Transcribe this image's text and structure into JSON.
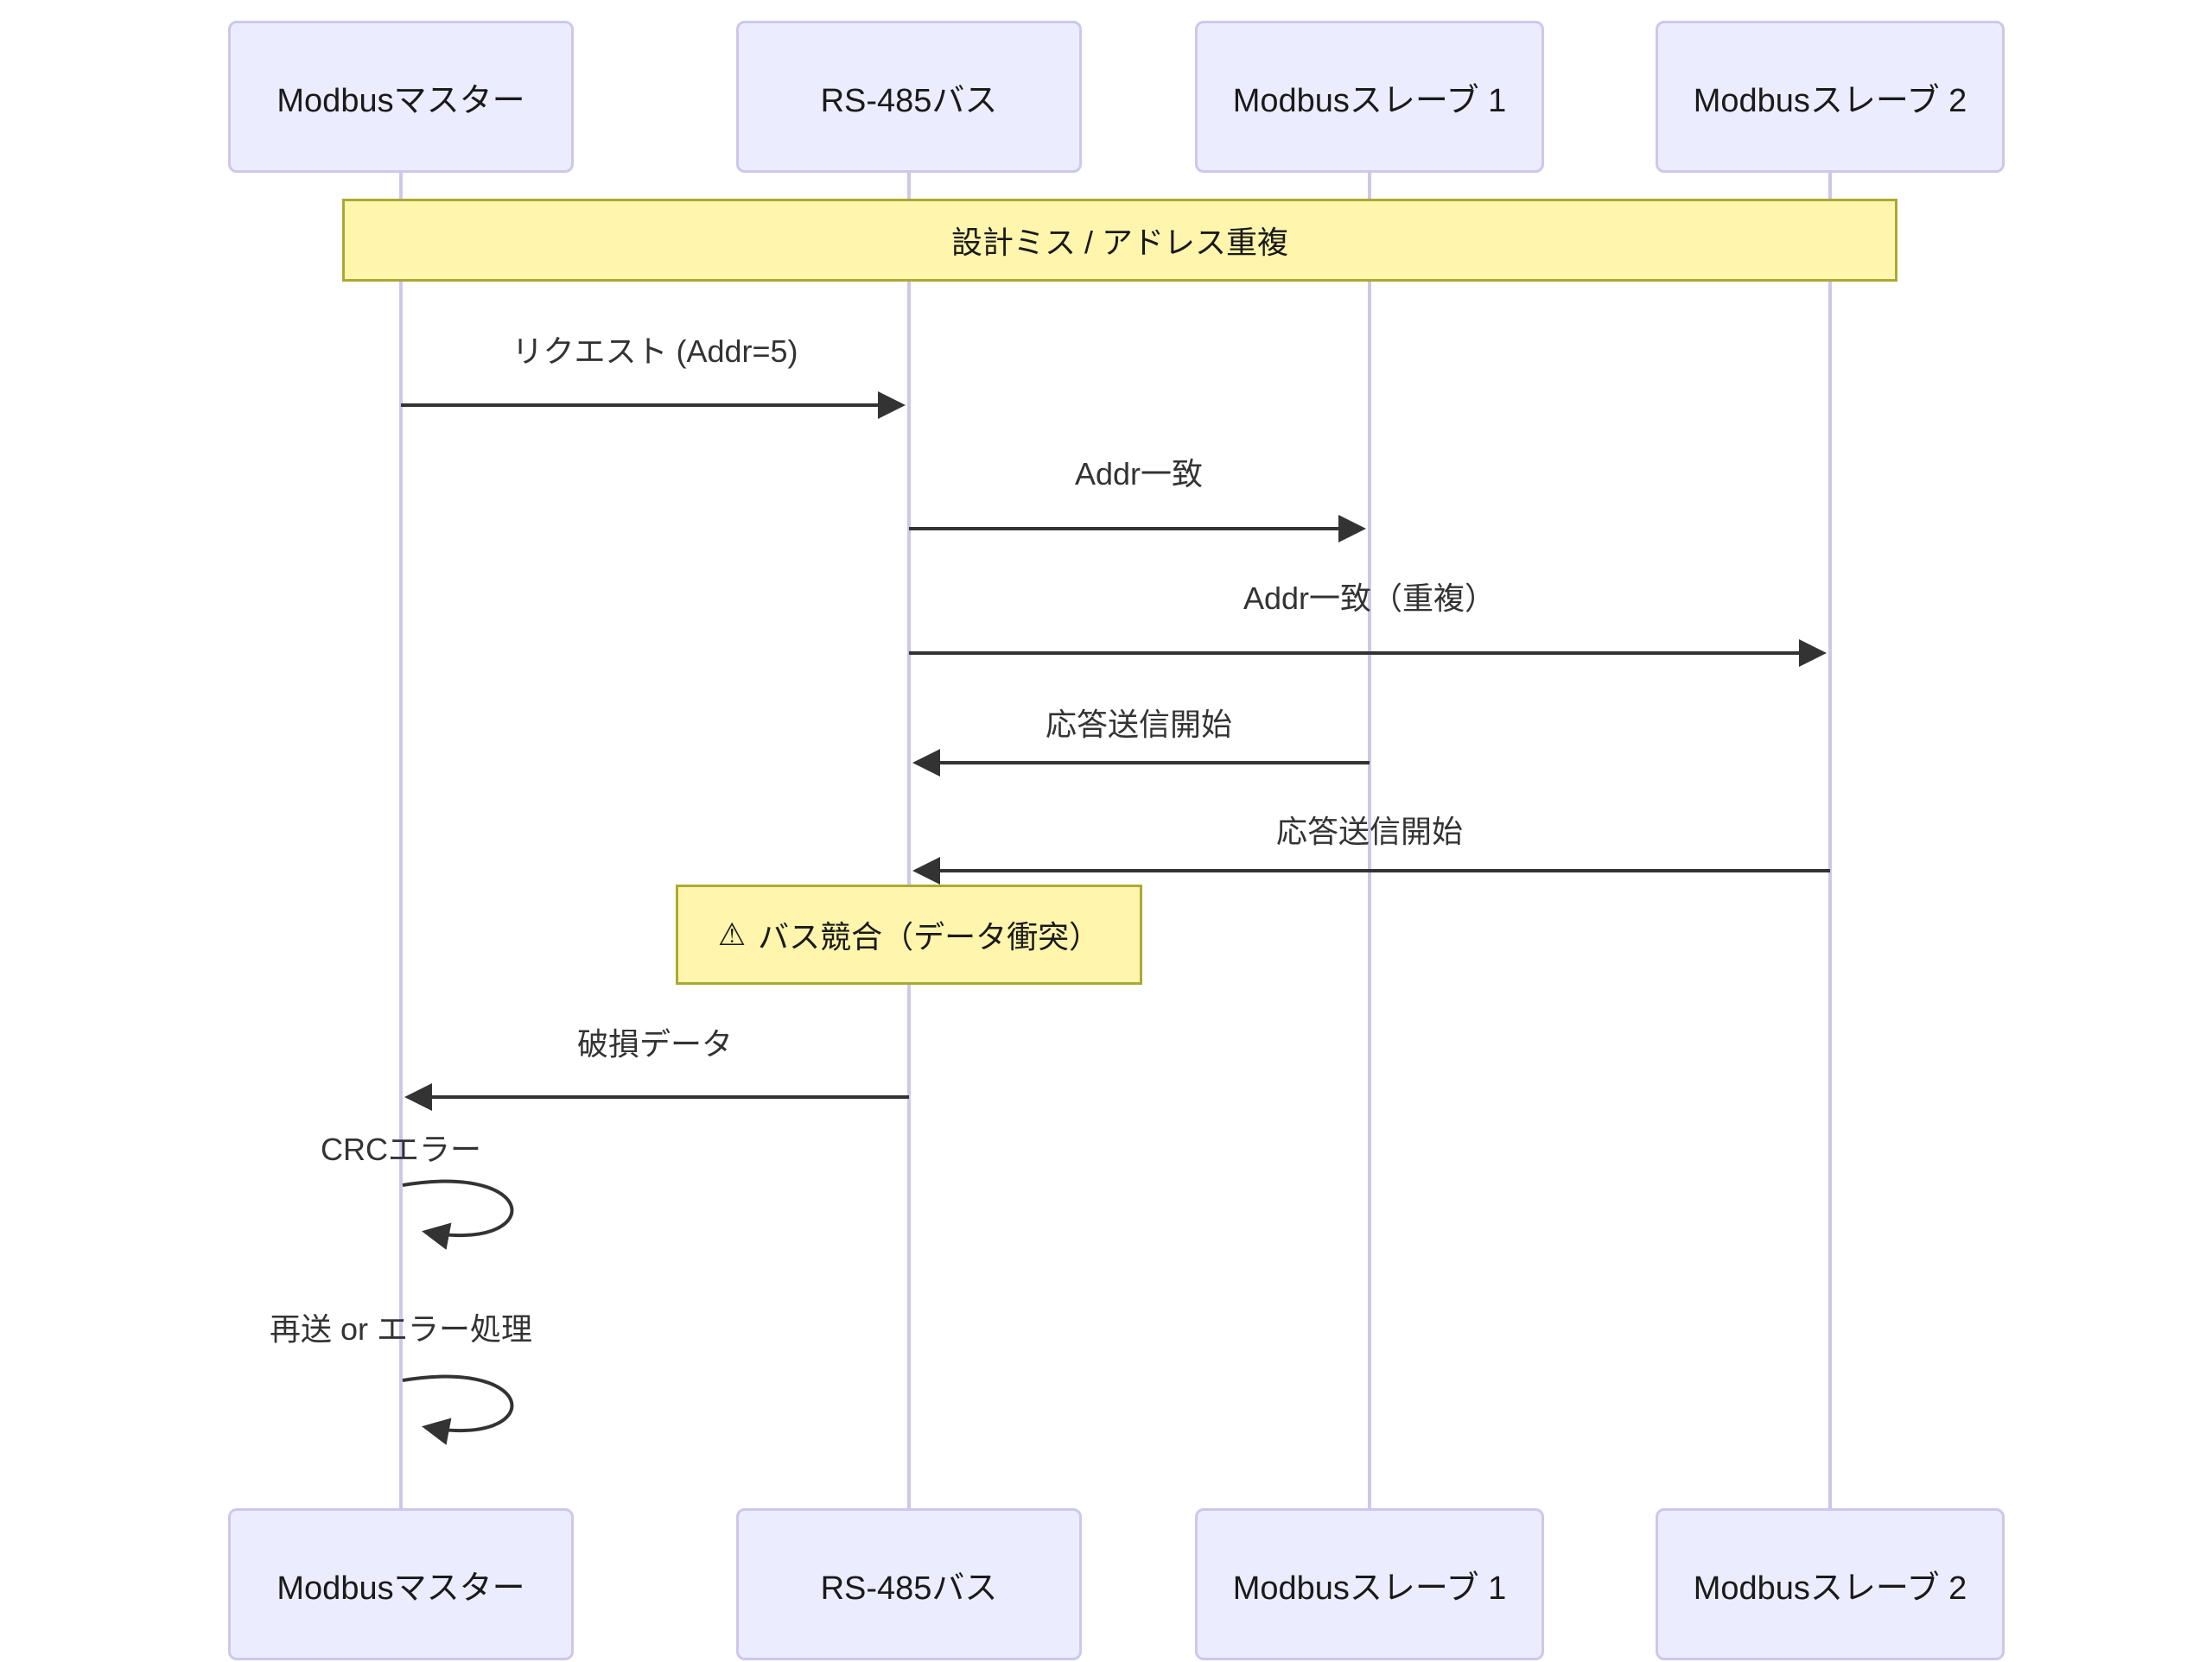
{
  "diagram": {
    "type": "sequence",
    "participants": [
      {
        "id": "master",
        "label": "Modbusマスター"
      },
      {
        "id": "bus",
        "label": "RS-485バス"
      },
      {
        "id": "slave1",
        "label": "Modbusスレーブ 1"
      },
      {
        "id": "slave2",
        "label": "Modbusスレーブ 2"
      }
    ],
    "notes": [
      {
        "text": "設計ミス / アドレス重複",
        "over": [
          "master",
          "slave2"
        ]
      },
      {
        "icon": "⚠",
        "text": "バス競合（データ衝突）",
        "over": [
          "bus"
        ]
      }
    ],
    "messages": [
      {
        "from": "master",
        "to": "bus",
        "label": "リクエスト (Addr=5)"
      },
      {
        "from": "bus",
        "to": "slave1",
        "label": "Addr一致"
      },
      {
        "from": "bus",
        "to": "slave2",
        "label": "Addr一致（重複）"
      },
      {
        "from": "slave1",
        "to": "bus",
        "label": "応答送信開始"
      },
      {
        "from": "slave2",
        "to": "bus",
        "label": "応答送信開始"
      },
      {
        "from": "bus",
        "to": "master",
        "label": "破損データ"
      },
      {
        "from": "master",
        "to": "master",
        "label": "CRCエラー",
        "self": true
      },
      {
        "from": "master",
        "to": "master",
        "label": "再送 or エラー処理",
        "self": true
      }
    ],
    "colors": {
      "actor_fill": "#ECECFF",
      "actor_border": "#CFC7EA",
      "lifeline": "#CFC7EA",
      "note_fill": "#FFF5AD",
      "note_border": "#AAAA33",
      "arrow": "#333333",
      "text": "#333333",
      "background": "#FFFFFF"
    }
  }
}
